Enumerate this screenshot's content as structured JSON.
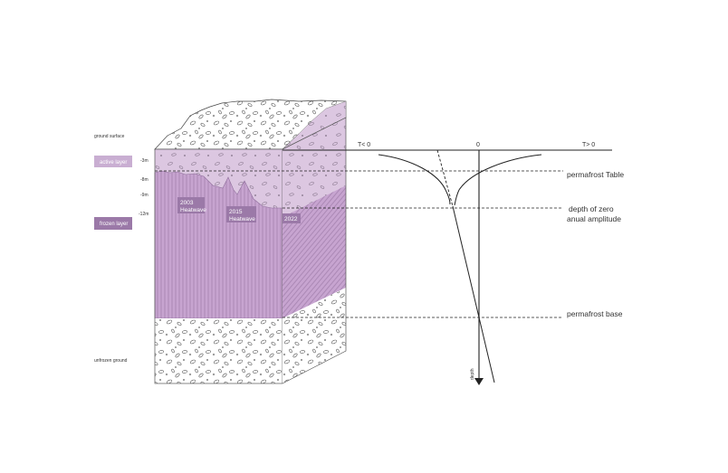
{
  "labels": {
    "ground_surface": "ground surface",
    "active_layer": "active layer",
    "frozen_layer": "frozen layer",
    "unfrozen_ground": "unfrozen ground",
    "depth_3": "-3m",
    "depth_8": "-8m",
    "depth_9": "-9m",
    "depth_12": "-12m"
  },
  "events": {
    "heatwave_2003_year": "2003",
    "heatwave_2003_label": "Heatwave",
    "heatwave_2015_year": "2015",
    "heatwave_2015_label": "Heatwave",
    "year_2022": "2022"
  },
  "profile": {
    "t_below_zero": "T< 0",
    "zero": "0",
    "t_above_zero": "T> 0",
    "permafrost_table": "permafrost Table",
    "depth_zero_amplitude_line1": "depth of zero",
    "depth_zero_amplitude_line2": "anual amplitude",
    "permafrost_base": "permafrost base",
    "depth_axis": "depth"
  },
  "colors": {
    "active_light": "#dcc7e1",
    "frozen": "#c7a4d0",
    "tag_light": "#c9aed2",
    "tag_dark": "#9b79a8",
    "line": "#222222"
  }
}
